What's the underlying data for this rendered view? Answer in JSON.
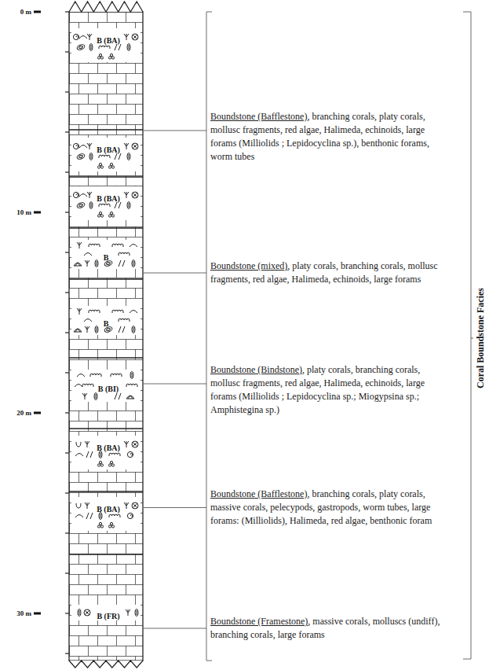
{
  "diagram": {
    "nodes": [
      {
        "text": [
          "B (BA)"
        ]
      },
      {
        "text": [
          "B (BA)"
        ]
      },
      {
        "text": [
          "B (BA)"
        ]
      },
      {
        "text": [
          "B"
        ]
      },
      {
        "text": [
          "B"
        ]
      },
      {
        "text": [
          "B (BI)"
        ]
      },
      {
        "text": [
          "B (BA)"
        ]
      },
      {
        "text": [
          "B (BA)"
        ]
      },
      {
        "text": [
          "B (FR)"
        ]
      }
    ],
    "labels": [
      "0 m",
      "10 m",
      "20 m",
      "30 m",
      "Boundstone (Bafflestone)",
      ", branching corals, platy corals, mollusc fragments, red algae, Halimeda, echinoids, large forams (Milliolids ; Lepidocyclina sp.), benthonic forams, worm tubes",
      "Boundstone (mixed)",
      ", platy corals, branching corals, mollusc fragments, red algae, Halimeda, echinoids, large forams",
      "Boundstone (Bindstone)",
      ", platy corals, branching corals, mollusc fragments, red algae, Halimeda, echinoids, large forams (Milliolids ; Lepidocyclina sp.; Miogypsina sp.; Amphistegina sp.)",
      "Boundstone (Bafflestone)",
      ", branching corals, platy corals, massive corals, pelecypods, gastropods, worm tubes, large forams: (Milliolids), Halimeda, red algae, benthonic foram",
      "Boundstone (Framestone)",
      ", massive corals, molluscs (undiff), branching corals, large forams",
      "Coral Boundstone Facies"
    ]
  }
}
